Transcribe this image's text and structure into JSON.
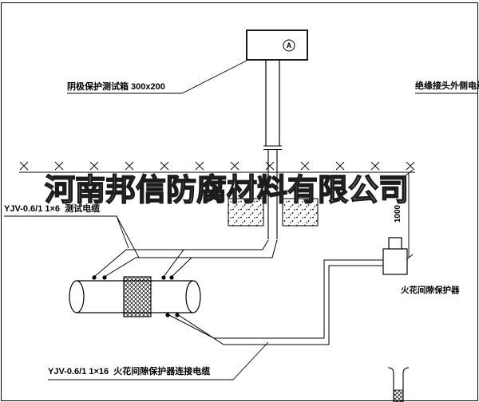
{
  "watermark": {
    "text": "河南邦信防腐材料有限公司"
  },
  "labels": {
    "test_box": "阴极保护测试箱 300x200",
    "outer_cable": "绝缘接头外侧电缆",
    "test_cable": "YJV-0.6/1 1×6  测试电缆",
    "spark_protector": "火花间隙保护器",
    "spark_cable": "YJV-0.6/1 1×16  火花间隙保护器连接电缆",
    "dimension_1000": "1000",
    "ammeter": "A"
  },
  "colors": {
    "line": "#000000",
    "background": "#ffffff",
    "watermark_outline": "#1c1c1c"
  }
}
